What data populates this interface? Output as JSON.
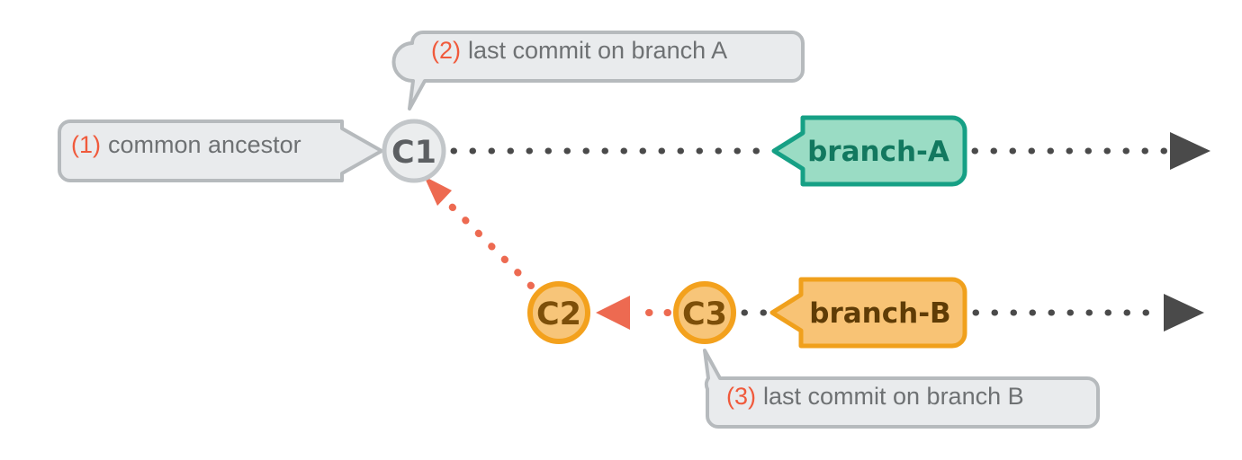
{
  "diagram": {
    "title": "git branch divergence diagram",
    "background": "#ffffff",
    "colors": {
      "callout_fill": "#e9ebed",
      "callout_stroke": "#b6babd",
      "callout_text": "#6e7173",
      "index_red": "#f05a3c",
      "dotted_dark": "#4a4a4a",
      "arrow_dark": "#4a4a4a",
      "red_arrow": "#ed6a51",
      "c1_fill": "#ebedee",
      "c1_stroke": "#c2c6c9",
      "c1_text": "#5c5f62",
      "commit_fill": "#f7c579",
      "commit_stroke": "#f3a11d",
      "commit_text": "#7d4f09",
      "branch_a_fill": "#9adcc4",
      "branch_a_stroke": "#16a085",
      "branch_a_text": "#12785f",
      "branch_b_fill": "#f8c375",
      "branch_b_stroke": "#f0a01c",
      "branch_b_text": "#5f3c06"
    }
  },
  "callouts": [
    {
      "id": "callout-1",
      "index": "(1)",
      "text": "common ancestor",
      "full": "(1) common ancestor",
      "tail": "right"
    },
    {
      "id": "callout-2",
      "index": "(2)",
      "text": "last commit on branch A",
      "full": "(2) last commit on branch A",
      "tail": "bottom-left"
    },
    {
      "id": "callout-3",
      "index": "(3)",
      "text": "last commit on branch B",
      "full": "(3) last commit on branch B",
      "tail": "top-left"
    }
  ],
  "commits": [
    {
      "id": "c1",
      "label": "C1",
      "lane": "A",
      "role": "common-ancestor"
    },
    {
      "id": "c2",
      "label": "C2",
      "lane": "B",
      "role": "commit"
    },
    {
      "id": "c3",
      "label": "C3",
      "lane": "B",
      "role": "last-commit"
    }
  ],
  "branches": [
    {
      "id": "branch-a",
      "label": "branch-A",
      "lane": "A"
    },
    {
      "id": "branch-b",
      "label": "branch-B",
      "lane": "B"
    }
  ],
  "connections": [
    {
      "id": "c1-to-c2",
      "from": "C2",
      "to": "C1",
      "style": "dotted",
      "color": "red",
      "arrow": true
    },
    {
      "id": "c3-to-c2",
      "from": "C3",
      "to": "C2",
      "style": "dotted",
      "color": "red",
      "arrow": true
    },
    {
      "id": "lane-a-track",
      "style": "dotted",
      "color": "dark",
      "arrow": true
    },
    {
      "id": "lane-b-track",
      "style": "dotted",
      "color": "dark",
      "arrow": true
    }
  ]
}
